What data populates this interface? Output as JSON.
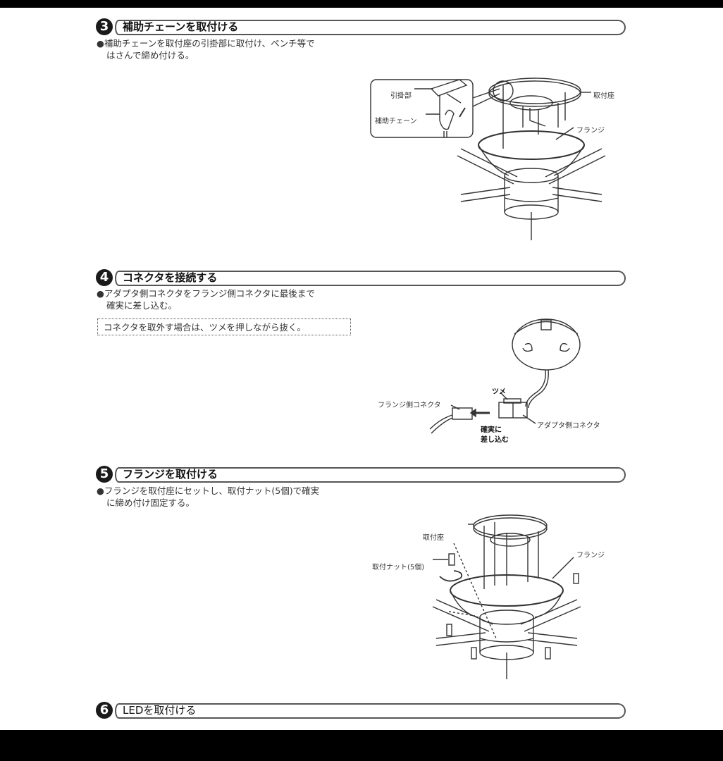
{
  "document": {
    "language": "ja",
    "type": "installation-manual-page"
  },
  "steps": [
    {
      "number": "3",
      "title": "補助チェーンを取付ける",
      "text_line1": "●補助チェーンを取付座の引掛部に取付け、ペンチ等で",
      "text_line2": "はさんで締め付ける。",
      "figure": {
        "labels": {
          "hook_part": "引掛部",
          "aux_chain": "補助チェーン",
          "mount_base": "取付座",
          "flange": "フランジ"
        }
      }
    },
    {
      "number": "4",
      "title": "コネクタを接続する",
      "text_line1": "●アダプタ側コネクタをフランジ側コネクタに最後まで",
      "text_line2": "確実に差し込む。",
      "note": "コネクタを取外す場合は、ツメを押しながら抜く。",
      "figure": {
        "labels": {
          "claw": "ツメ",
          "flange_connector": "フランジ側コネクタ",
          "adapter_connector": "アダプタ側コネクタ",
          "insert_line1": "確実に",
          "insert_line2": "差し込む"
        }
      }
    },
    {
      "number": "5",
      "title": "フランジを取付ける",
      "text_line1": "●フランジを取付座にセットし、取付ナット(5個)で確実",
      "text_line2": "に締め付け固定する。",
      "figure": {
        "labels": {
          "mount_base": "取付座",
          "mount_nut": "取付ナット(5個)",
          "flange": "フランジ"
        }
      }
    },
    {
      "number": "6",
      "title": "LEDを取付ける"
    }
  ]
}
